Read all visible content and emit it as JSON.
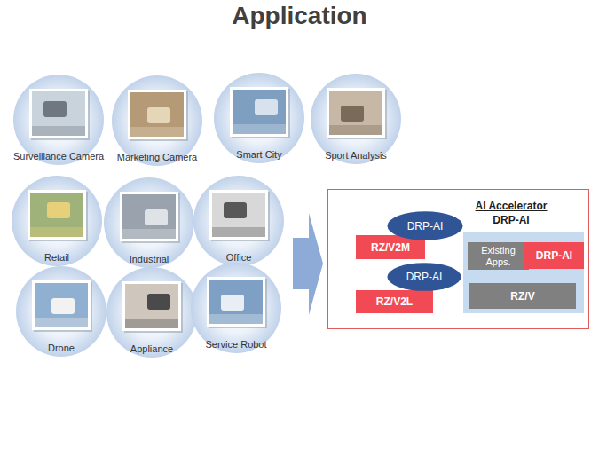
{
  "diagram": {
    "title": "Application",
    "nodes": [
      {
        "text": [
          "Surveillance Camera"
        ]
      },
      {
        "text": [
          "Marketing Camera"
        ]
      },
      {
        "text": [
          "Smart City"
        ]
      },
      {
        "text": [
          "Sport Analysis"
        ]
      },
      {
        "text": [
          "Retail"
        ]
      },
      {
        "text": [
          "Industrial"
        ]
      },
      {
        "text": [
          "Office"
        ]
      },
      {
        "text": [
          "Drone"
        ]
      },
      {
        "text": [
          "Appliance"
        ]
      },
      {
        "text": [
          "Service Robot"
        ]
      },
      {
        "text": []
      },
      {
        "text": [
          "DRP-AI"
        ],
        "in": 10
      },
      {
        "text": [
          "RZ/V2M"
        ],
        "in": 10
      },
      {
        "text": [
          "DRP-AI"
        ],
        "in": 10
      },
      {
        "text": [
          "RZ/V2L"
        ],
        "in": 10
      },
      {
        "text": [
          "AI Accelerator",
          "DRP-AI"
        ],
        "in": 10
      },
      {
        "text": [
          "Existing Apps."
        ],
        "in": 15
      },
      {
        "text": [
          "DRP-AI"
        ],
        "in": 15
      },
      {
        "text": [
          "RZ/V"
        ],
        "in": 15
      }
    ]
  }
}
